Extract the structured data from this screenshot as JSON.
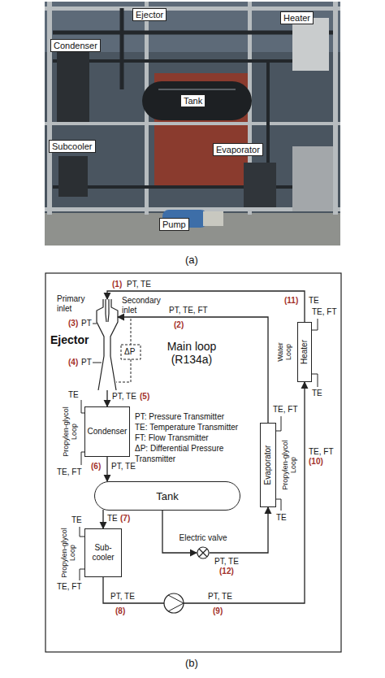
{
  "diagram": {
    "nodes": [
      {
        "text": [
          "Ejector"
        ]
      },
      {
        "text": [
          "Condenser"
        ]
      },
      {
        "text": [
          "Tank"
        ]
      },
      {
        "text": [
          "Sub- cooler"
        ]
      },
      {
        "text": [
          "Evaporator"
        ]
      },
      {
        "text": [
          "Heater"
        ]
      },
      {
        "text": [
          "Electric valve"
        ]
      }
    ],
    "edges": [
      {
        "from": 0,
        "to": 1,
        "arrow": "to"
      },
      {
        "from": 1,
        "to": 2,
        "arrow": "to"
      },
      {
        "from": 2,
        "to": 3,
        "arrow": "to"
      },
      {
        "from": 2,
        "to": 6,
        "arrow": "to"
      },
      {
        "from": 3,
        "to": 5,
        "arrow": "to"
      },
      {
        "from": 6,
        "to": 4,
        "arrow": "to"
      },
      {
        "from": 4,
        "to": 0,
        "arrow": "to"
      },
      {
        "from": 5,
        "to": 0,
        "arrow": "to"
      }
    ],
    "labels": [
      "Ejector",
      "Heater",
      "Condenser",
      "Tank",
      "Subcooler",
      "Evaporator",
      "Pump",
      "(a)",
      "Primary inlet",
      "(1)",
      "PT, TE",
      "Secondary inlet",
      "PT, TE, FT",
      "(2)",
      "(3)",
      "PT",
      "(4)",
      "PT",
      "ΔP",
      "PT, TE",
      "(5)",
      "Main loop (R134a)",
      "PT: Pressure Transmitter",
      "TE: Temperature Transmitter",
      "FT: Flow Transmitter",
      "ΔP: Differential Pressure Transmitter",
      "Propylen-glycol Loop",
      "TE",
      "TE, FT",
      "(6)",
      "PT, TE",
      "TE",
      "(7)",
      "Propylen-glycol Loop",
      "TE",
      "TE, FT",
      "PT, TE",
      "(8)",
      "PT, TE",
      "(9)",
      "PT, TE",
      "(12)",
      "Propylen-glycol Loop",
      "TE, FT",
      "TE",
      "(11)",
      "TE",
      "Water Loop",
      "TE, FT",
      "TE",
      "TE, FT",
      "(10)",
      "(b)"
    ]
  }
}
